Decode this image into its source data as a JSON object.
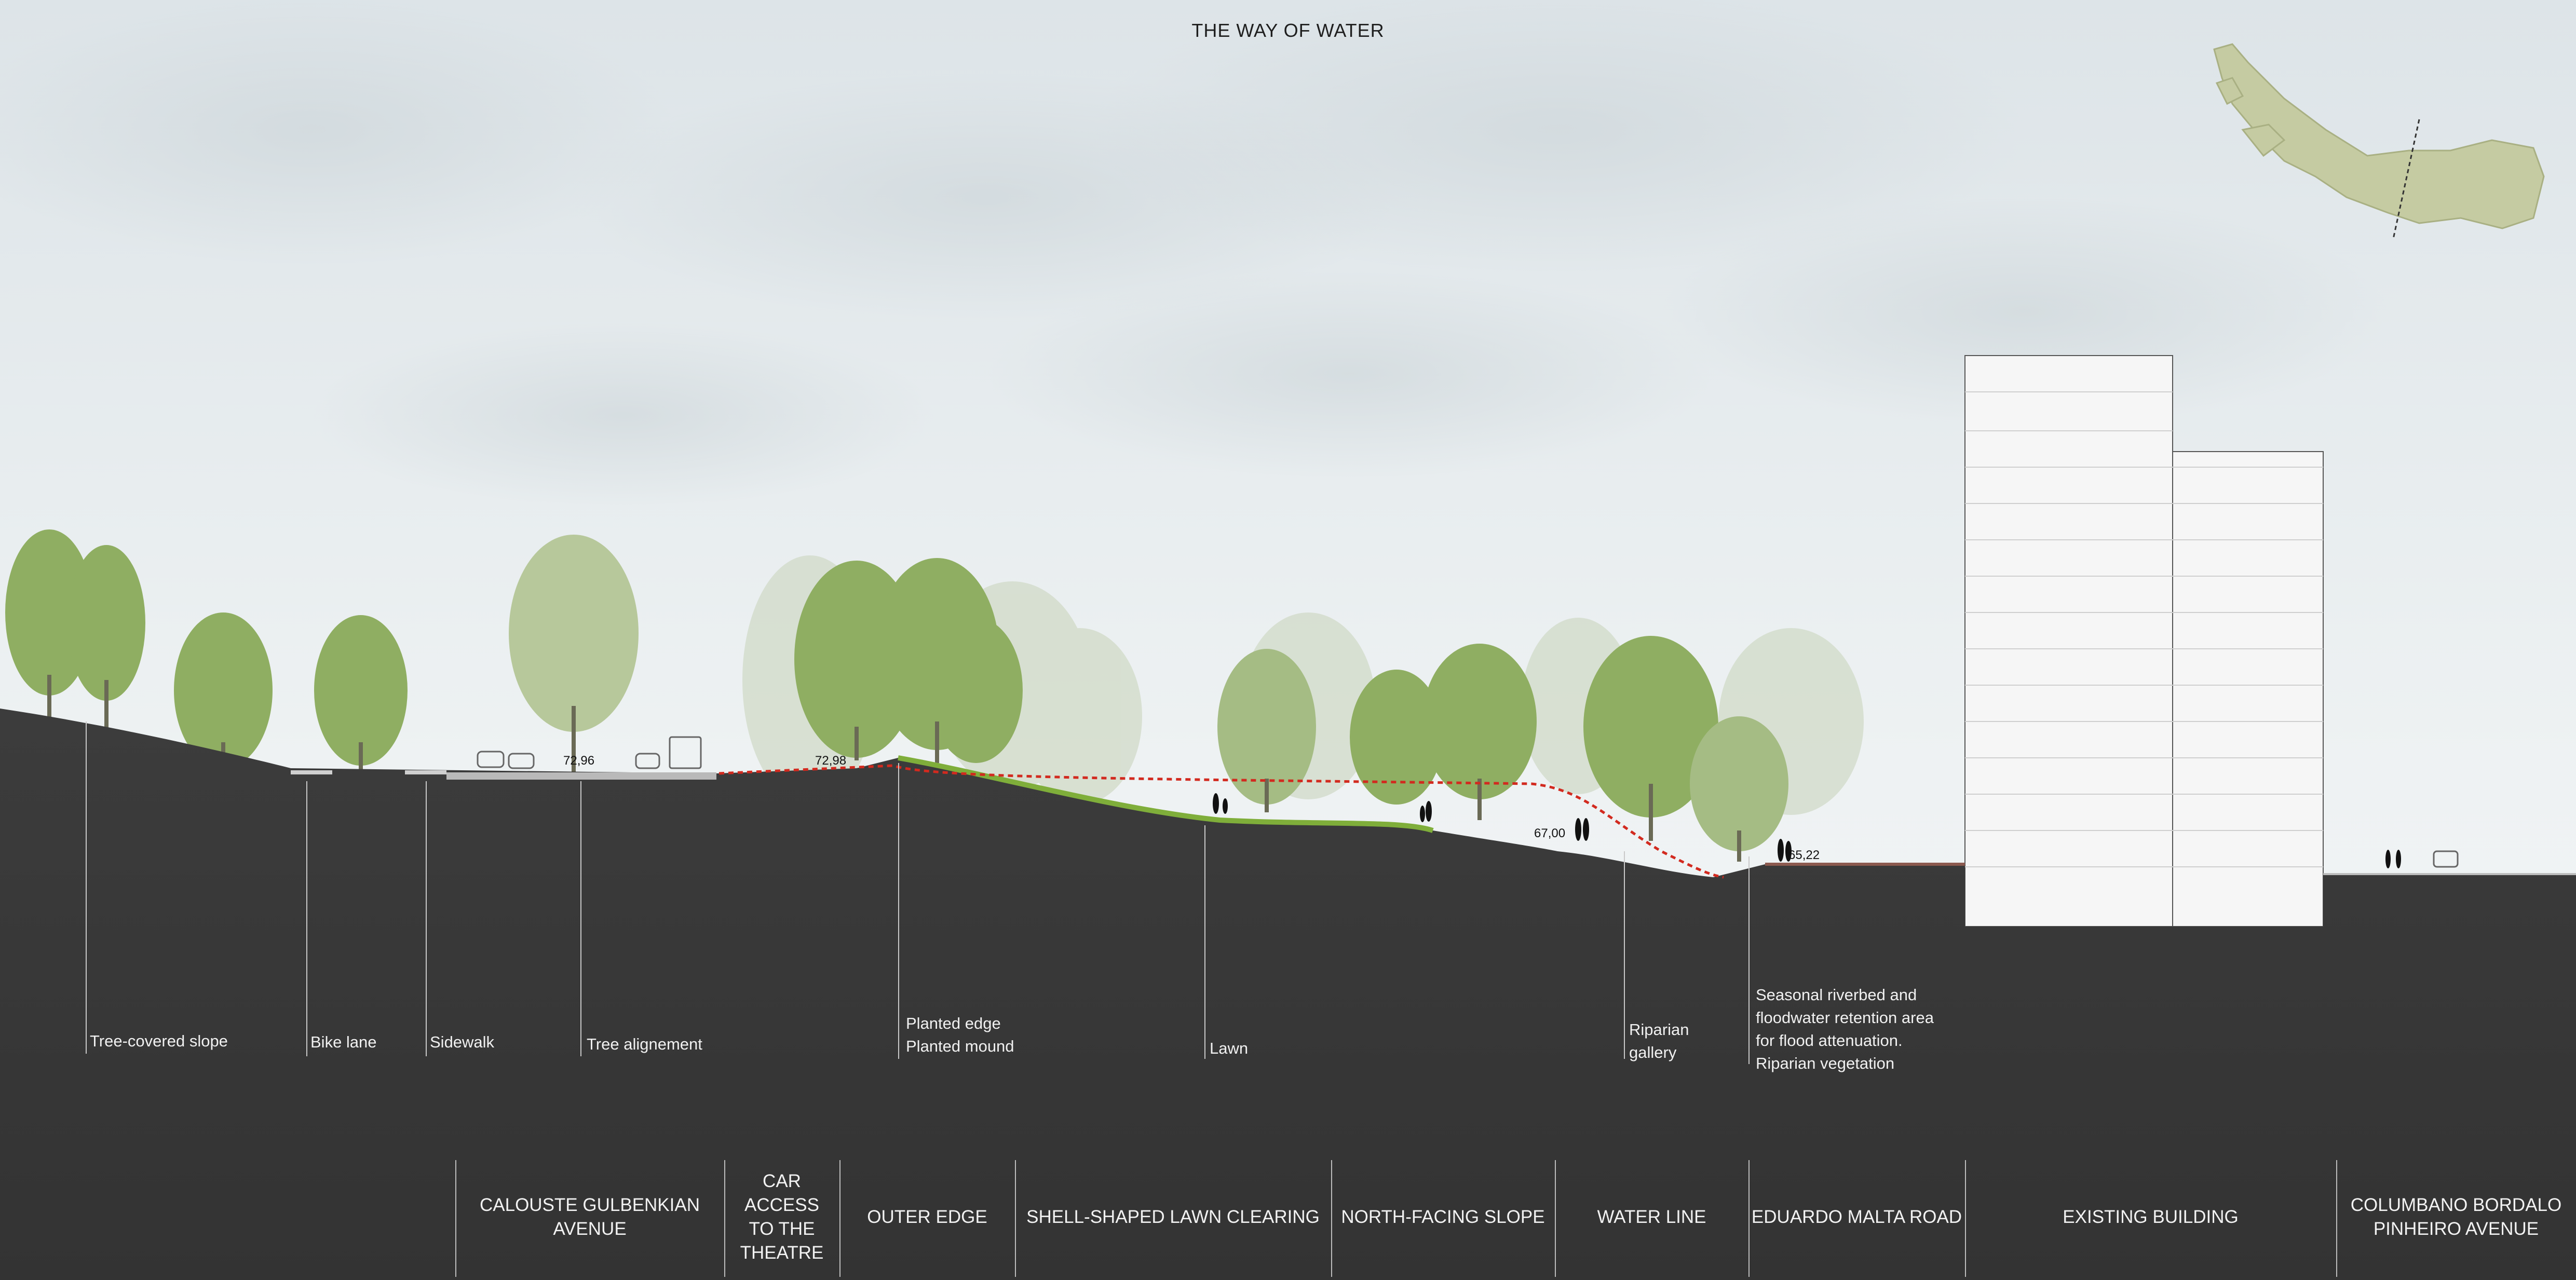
{
  "title": "THE WAY OF WATER",
  "elevations": {
    "avenue": "72,96",
    "mound": "72,98",
    "water_line": "67,00",
    "road": "65,22"
  },
  "callouts": [
    {
      "label": "Tree-covered slope"
    },
    {
      "label": "Bike lane"
    },
    {
      "label": "Sidewalk"
    },
    {
      "label": "Tree alignement"
    },
    {
      "label": "Planted edge\nPlanted mound"
    },
    {
      "label": "Lawn"
    },
    {
      "label": "Riparian\ngallery"
    },
    {
      "label": "Seasonal riverbed and\nfloodwater retention area\nfor flood attenuation.\nRiparian vegetation"
    }
  ],
  "zones": [
    {
      "label": "CALOUSTE GULBENKIAN\nAVENUE"
    },
    {
      "label": "CAR ACCESS\nTO THE\nTHEATRE"
    },
    {
      "label": "OUTER EDGE"
    },
    {
      "label": "SHELL-SHAPED LAWN CLEARING"
    },
    {
      "label": "NORTH-FACING SLOPE"
    },
    {
      "label": "WATER LINE"
    },
    {
      "label": "EDUARDO MALTA ROAD"
    },
    {
      "label": "EXISTING BUILDING"
    },
    {
      "label": "COLUMBANO BORDALO\nPINHEIRO AVENUE"
    }
  ],
  "colors": {
    "sky": "#e6ecef",
    "ground": "#3b3b3b",
    "lawn": "#7fae3a",
    "tree": "#8fae62",
    "water_line": "#d22a1f",
    "building": "#f5f5f5"
  }
}
